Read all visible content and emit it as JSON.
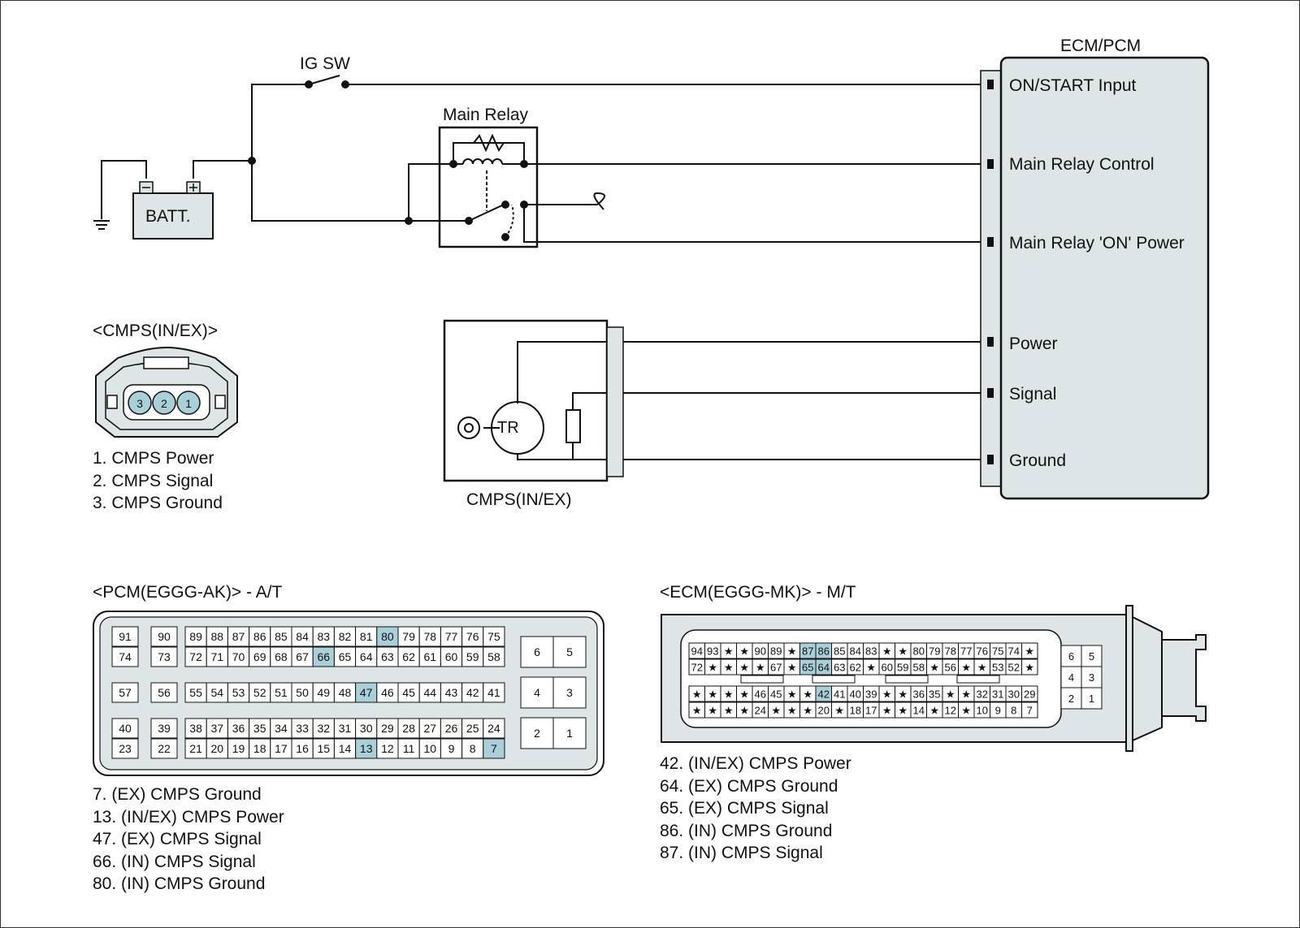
{
  "colors": {
    "box_fill": "#dde5e6",
    "pin_highlight": "#a9cfd9",
    "line": "#111111"
  },
  "schematic": {
    "ig_sw": "IG SW",
    "battery": "BATT.",
    "main_relay": "Main Relay",
    "ecm_title": "ECM/PCM",
    "ecm_pins": [
      "ON/START Input",
      "Main Relay Control",
      "Main Relay 'ON' Power",
      "Power",
      "Signal",
      "Ground"
    ],
    "sensor_label": "CMPS(IN/EX)",
    "sensor_inner": "TR"
  },
  "cmps_connector": {
    "title": "<CMPS(IN/EX)>",
    "pin_labels": [
      "3",
      "2",
      "1"
    ],
    "legend": [
      "1. CMPS Power",
      "2. CMPS Signal",
      "3. CMPS Ground"
    ]
  },
  "pcm_connector": {
    "title": "<PCM(EGGG-AK)> - A/T",
    "legend": [
      "7. (EX) CMPS Ground",
      "13. (IN/EX) CMPS Power",
      "47. (EX) CMPS Signal",
      "66. (IN) CMPS Signal",
      "80. (IN) CMPS Ground"
    ],
    "small_cells": [
      [
        "91",
        "74"
      ],
      [
        "90",
        "73"
      ],
      [
        "57"
      ],
      [
        "56"
      ],
      [
        "40",
        "23"
      ],
      [
        "39",
        "22"
      ]
    ],
    "rows": [
      [
        "89",
        "88",
        "87",
        "86",
        "85",
        "84",
        "83",
        "82",
        "81",
        "80",
        "79",
        "78",
        "77",
        "76",
        "75"
      ],
      [
        "72",
        "71",
        "70",
        "69",
        "68",
        "67",
        "66",
        "65",
        "64",
        "63",
        "62",
        "61",
        "60",
        "59",
        "58"
      ],
      [
        "55",
        "54",
        "53",
        "52",
        "51",
        "50",
        "49",
        "48",
        "47",
        "46",
        "45",
        "44",
        "43",
        "42",
        "41"
      ],
      [
        "38",
        "37",
        "36",
        "35",
        "34",
        "33",
        "32",
        "31",
        "30",
        "29",
        "28",
        "27",
        "26",
        "25",
        "24"
      ],
      [
        "21",
        "20",
        "19",
        "18",
        "17",
        "16",
        "15",
        "14",
        "13",
        "12",
        "11",
        "10",
        "9",
        "8",
        "7"
      ]
    ],
    "right_pairs": [
      [
        "6",
        "5"
      ],
      [
        "4",
        "3"
      ],
      [
        "2",
        "1"
      ]
    ],
    "highlight": [
      "80",
      "66",
      "47",
      "13",
      "7"
    ]
  },
  "ecm_connector": {
    "title": "<ECM(EGGG-MK)> - M/T",
    "legend": [
      "42. (IN/EX) CMPS Power",
      "64. (EX) CMPS Ground",
      "65. (EX) CMPS Signal",
      "86. (IN) CMPS Ground",
      "87. (IN) CMPS Signal"
    ],
    "rows": [
      [
        "94",
        "93",
        "★",
        "★",
        "90",
        "89",
        "★",
        "87",
        "86",
        "85",
        "84",
        "83",
        "★",
        "★",
        "80",
        "79",
        "78",
        "77",
        "76",
        "75",
        "74",
        "★"
      ],
      [
        "72",
        "★",
        "★",
        "★",
        "★",
        "67",
        "★",
        "65",
        "64",
        "63",
        "62",
        "★",
        "60",
        "59",
        "58",
        "★",
        "56",
        "★",
        "★",
        "53",
        "52",
        "★"
      ],
      [
        "★",
        "★",
        "★",
        "★",
        "46",
        "45",
        "★",
        "★",
        "42",
        "41",
        "40",
        "39",
        "★",
        "★",
        "36",
        "35",
        "★",
        "★",
        "32",
        "31",
        "30",
        "29"
      ],
      [
        "★",
        "★",
        "★",
        "★",
        "24",
        "★",
        "★",
        "★",
        "20",
        "★",
        "18",
        "17",
        "★",
        "★",
        "14",
        "★",
        "12",
        "★",
        "10",
        "9",
        "8",
        "7"
      ]
    ],
    "right_grid": [
      [
        "6",
        "5"
      ],
      [
        "4",
        "3"
      ],
      [
        "2",
        "1"
      ]
    ],
    "highlight": [
      "87",
      "86",
      "65",
      "64",
      "42"
    ]
  }
}
